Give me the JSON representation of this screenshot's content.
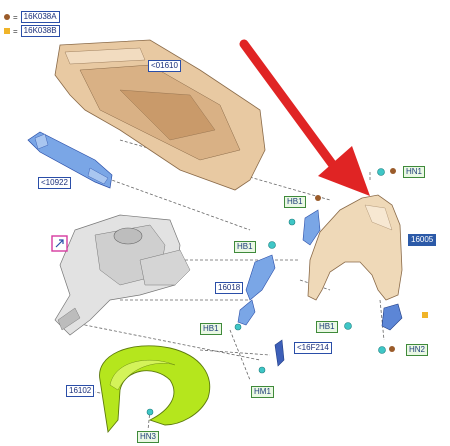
{
  "legend": [
    {
      "code": "16K038A",
      "symbol": "dot",
      "color": "#9a5b2a"
    },
    {
      "code": "16K038B",
      "symbol": "square",
      "color": "#f0b429"
    }
  ],
  "legend_equals": "=",
  "labels": {
    "p01610": "<01610",
    "p10922": "<10922",
    "p16018": "16018",
    "p16102": "16102",
    "p16005": "16005",
    "p16F214": "<16F214",
    "hn1": "HN1",
    "hn2": "HN2",
    "hn3": "HN3",
    "hm1": "HM1",
    "hb1_a": "HB1",
    "hb1_b": "HB1",
    "hb1_c": "HB1",
    "hb1_d": "HB1"
  },
  "colors": {
    "arrow": "#e02424",
    "fender": "#efd9b8",
    "dash_panel": "#e8c9a2",
    "bracket_blue": "#7aa6e6",
    "liner_green": "#b5e61d",
    "frame_grey": "#d9d9d9",
    "clip_teal": "#3fc6c6"
  }
}
